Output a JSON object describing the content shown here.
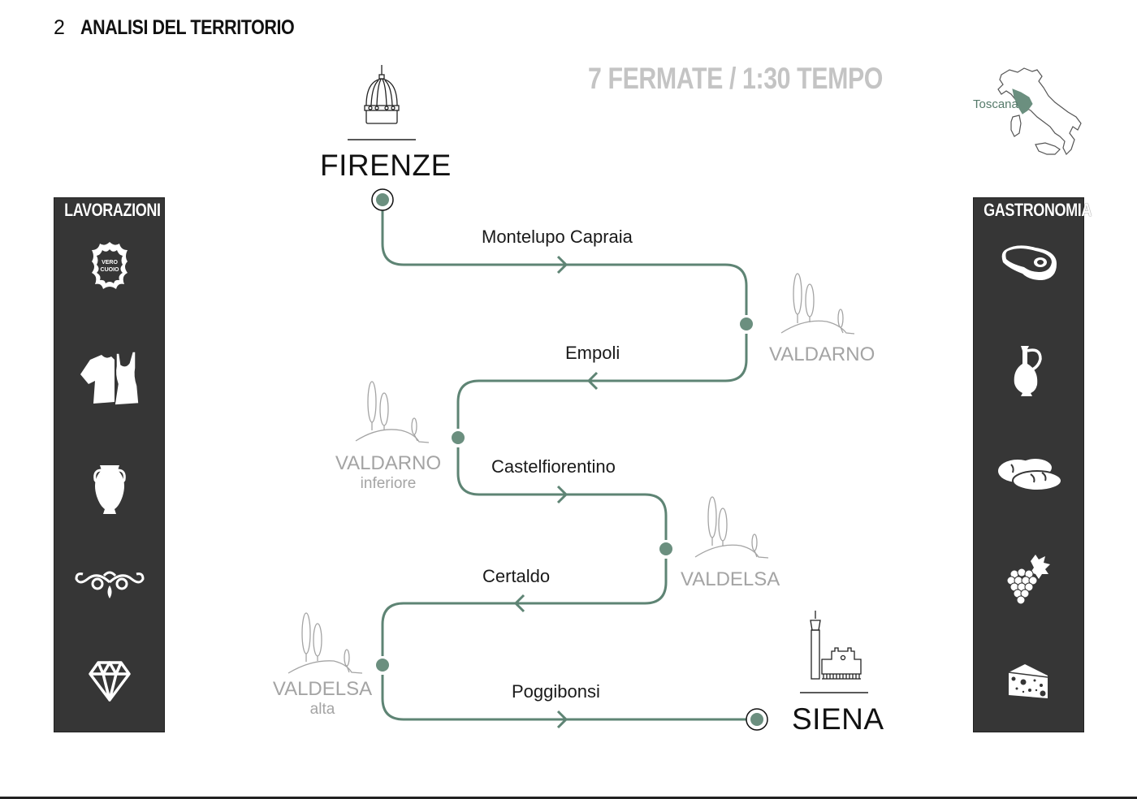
{
  "header": {
    "section_number": "2",
    "section_title": "ANALISI DEL TERRITORIO"
  },
  "summary": "7 FERMATE / 1:30 TEMPO",
  "inset_map": {
    "region_label": "Toscana",
    "region_color": "#6b8f7f"
  },
  "colors": {
    "route": "#5e8474",
    "panel_bg": "#363636",
    "muted_text": "#a4a4a4"
  },
  "route": {
    "start_city": "FIRENZE",
    "end_city": "SIENA",
    "segments": [
      {
        "name": "Montelupo Capraia",
        "direction": "right"
      },
      {
        "name": "Empoli",
        "direction": "left"
      },
      {
        "name": "Castelfiorentino",
        "direction": "right"
      },
      {
        "name": "Certaldo",
        "direction": "left"
      },
      {
        "name": "Poggibonsi",
        "direction": "right"
      }
    ],
    "areas": [
      {
        "name": "VALDARNO",
        "sub": ""
      },
      {
        "name": "VALDARNO",
        "sub": "inferiore"
      },
      {
        "name": "VALDELSA",
        "sub": ""
      },
      {
        "name": "VALDELSA",
        "sub": "alta"
      }
    ]
  },
  "left_panel": {
    "title": "LAVORAZIONI",
    "items": [
      {
        "icon": "leather-icon",
        "text": "VERO CUOIO"
      },
      {
        "icon": "clothing-icon"
      },
      {
        "icon": "amphora-icon"
      },
      {
        "icon": "ornament-icon"
      },
      {
        "icon": "diamond-icon"
      }
    ]
  },
  "right_panel": {
    "title": "GASTRONOMIA",
    "items": [
      {
        "icon": "steak-icon"
      },
      {
        "icon": "oil-jug-icon"
      },
      {
        "icon": "bread-icon"
      },
      {
        "icon": "grapes-icon"
      },
      {
        "icon": "cheese-icon"
      }
    ]
  }
}
